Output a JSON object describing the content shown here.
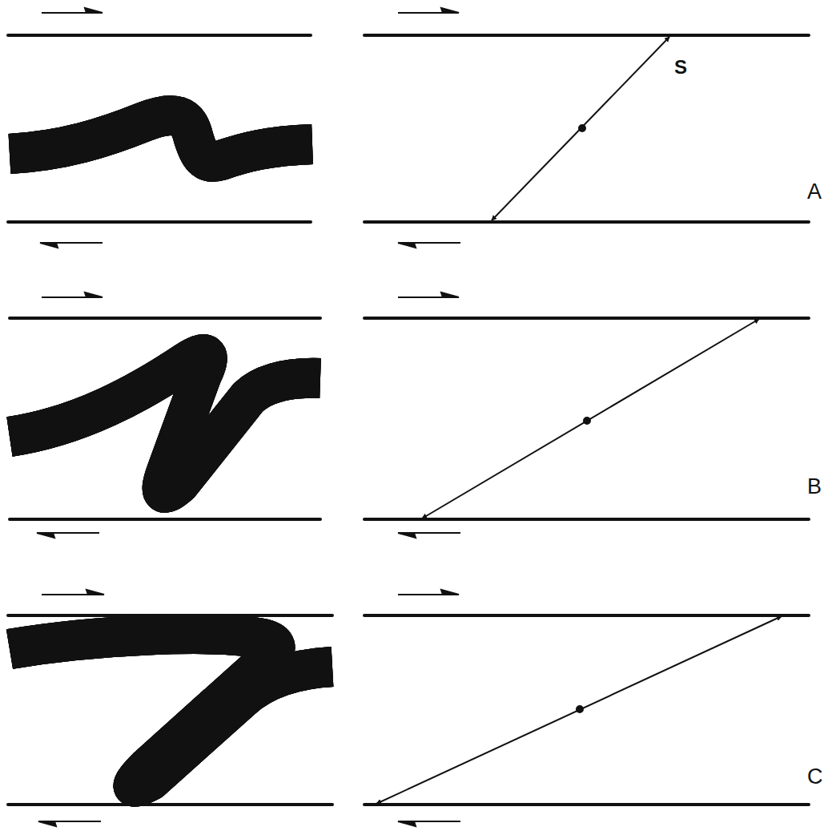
{
  "diagram": {
    "labels": [
      "S",
      "A",
      "B",
      "C"
    ]
  }
}
